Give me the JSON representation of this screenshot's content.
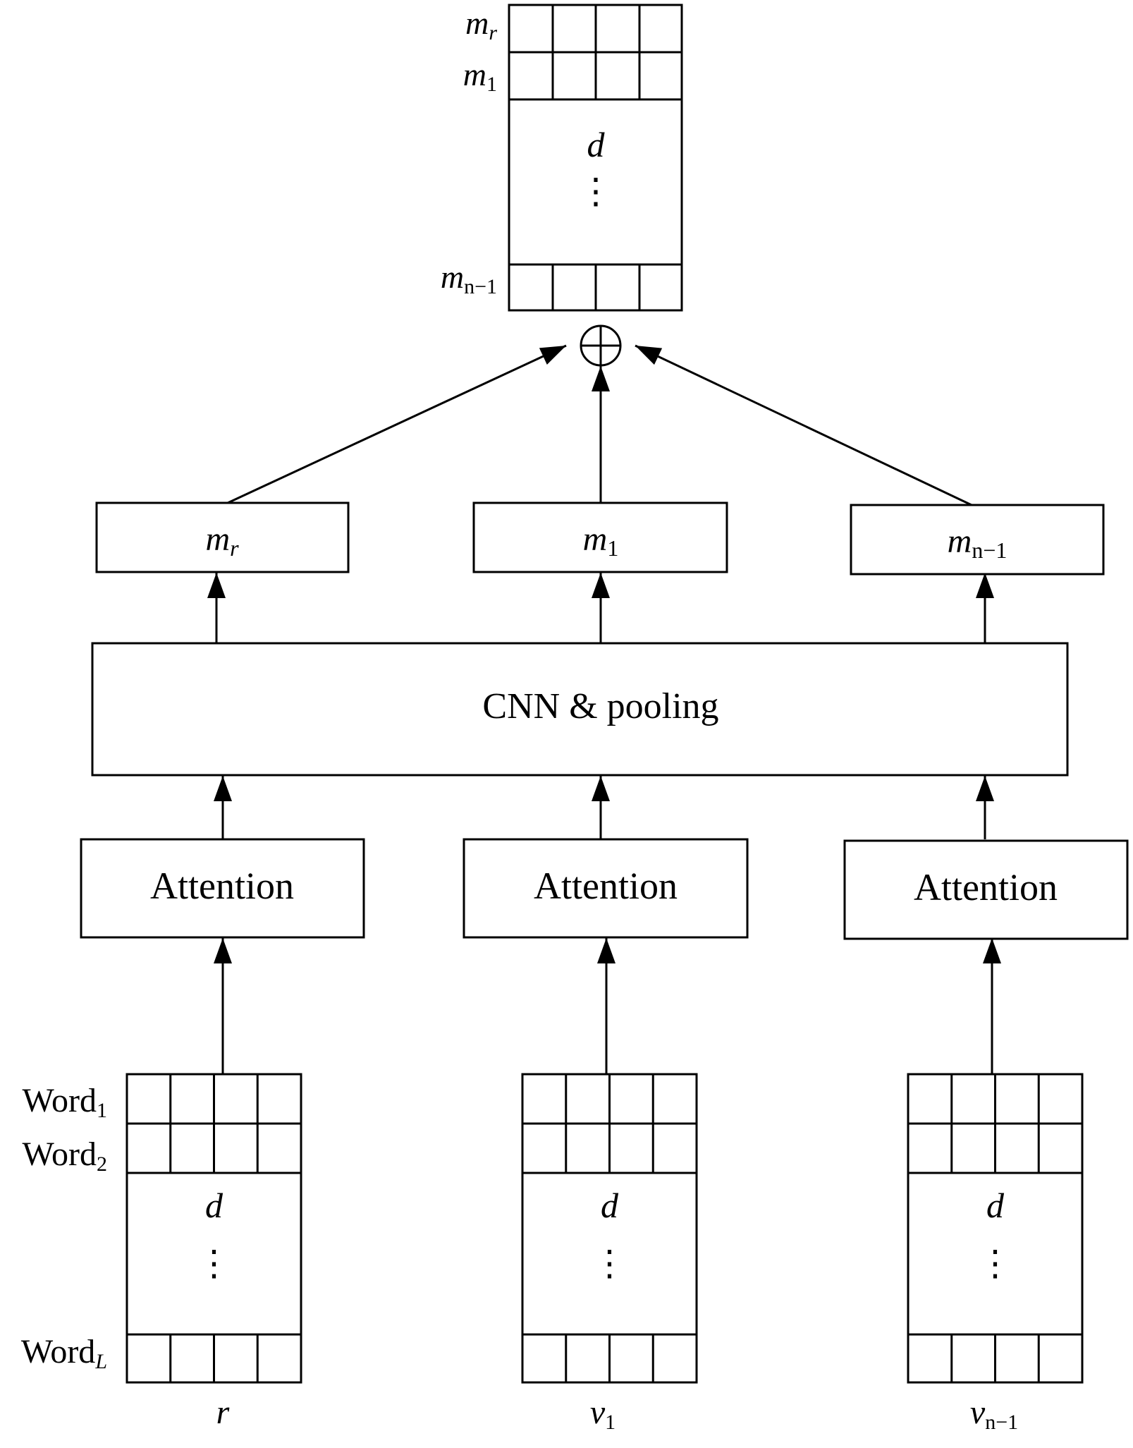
{
  "top_matrix": {
    "rows": [
      {
        "base": "m",
        "sub": "r"
      },
      {
        "base": "m",
        "sub": "1"
      },
      {
        "base": "m",
        "sub": "n−1"
      }
    ],
    "middle_label": "d",
    "ellipsis": "⋮"
  },
  "combine_symbol": "⊕",
  "outputs": [
    {
      "base": "m",
      "sub": "r"
    },
    {
      "base": "m",
      "sub": "1"
    },
    {
      "base": "m",
      "sub": "n−1"
    }
  ],
  "cnn_label": "CNN & pooling",
  "attention_label": "Attention",
  "input_matrices": [
    {
      "base": "r",
      "sub": ""
    },
    {
      "base": "v",
      "sub": "1"
    },
    {
      "base": "v",
      "sub": "n−1"
    }
  ],
  "word_labels": [
    {
      "base": "Word",
      "sub": "1"
    },
    {
      "base": "Word",
      "sub": "2"
    },
    {
      "base": "Word",
      "sub": "L"
    }
  ],
  "matrix_middle_label": "d",
  "ellipsis": "⋮"
}
